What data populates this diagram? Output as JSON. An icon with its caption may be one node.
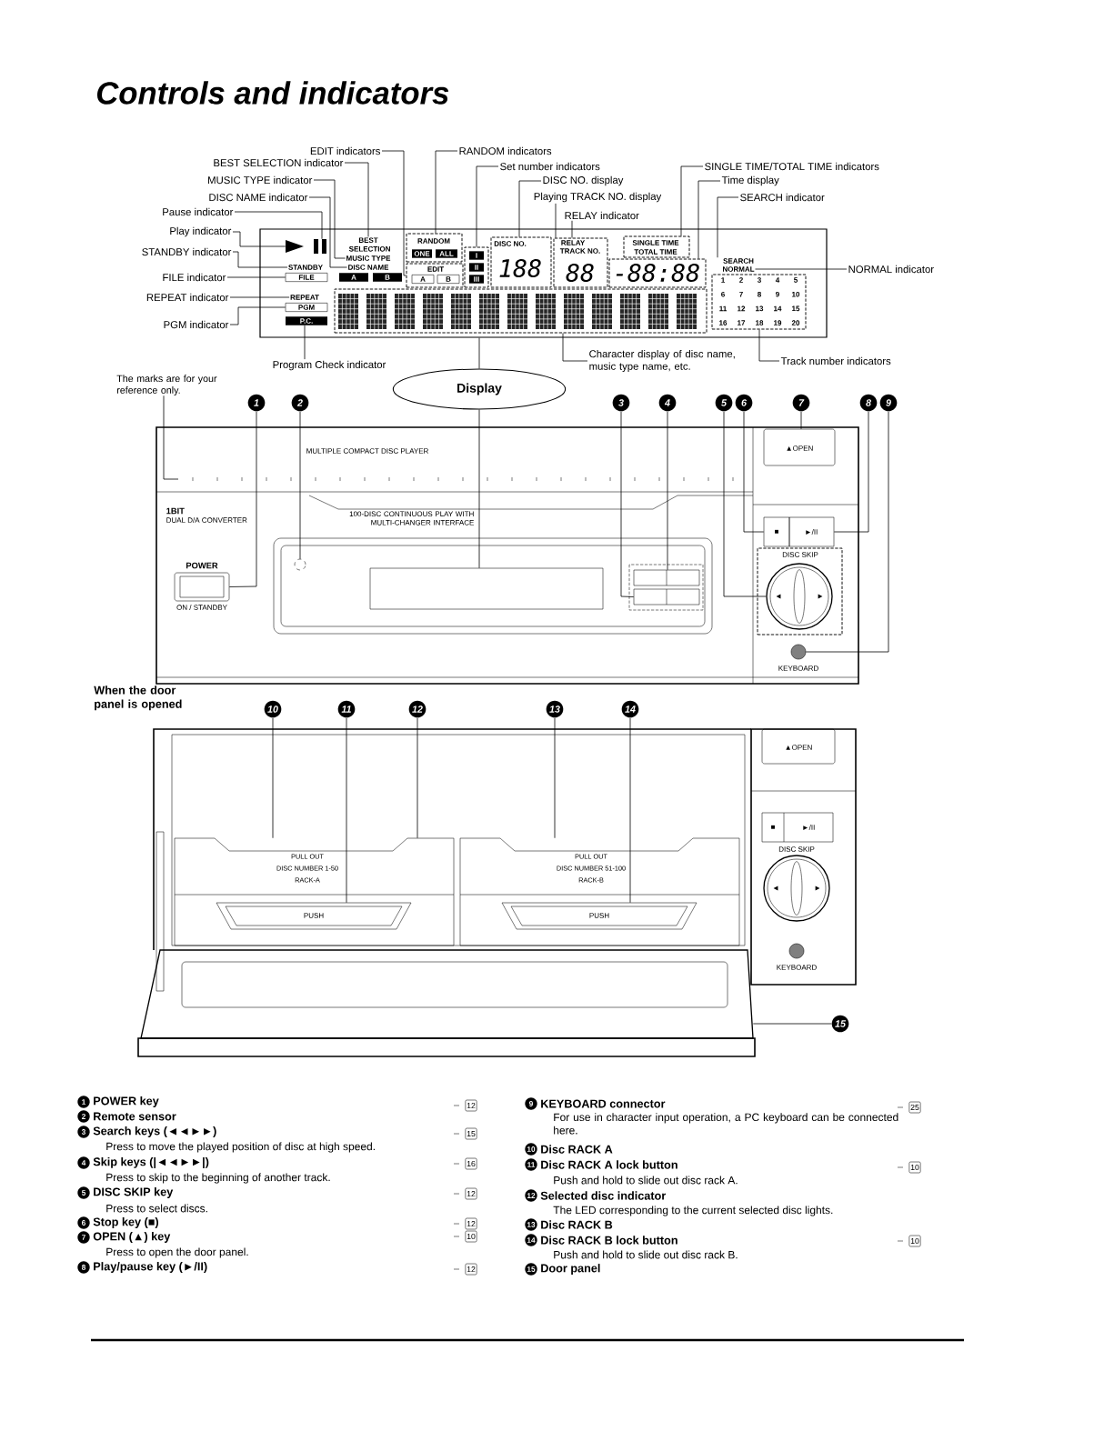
{
  "diagram": {
    "title": "Controls and indicators",
    "nodes": [
      {
        "text": [
          "EDIT indicators"
        ]
      },
      {
        "text": [
          "RANDOM indicators"
        ]
      },
      {
        "text": [
          "BEST SELECTION indicator"
        ]
      },
      {
        "text": [
          "Set number indicators"
        ]
      },
      {
        "text": [
          "SINGLE TIME/TOTAL TIME indicators"
        ]
      },
      {
        "text": [
          "MUSIC TYPE indicator"
        ]
      },
      {
        "text": [
          "DISC NO. display"
        ]
      },
      {
        "text": [
          "Time display"
        ]
      },
      {
        "text": [
          "DISC NAME indicator"
        ]
      },
      {
        "text": [
          "Playing TRACK NO. display"
        ]
      },
      {
        "text": [
          "SEARCH indicator"
        ]
      },
      {
        "text": [
          "Pause indicator"
        ]
      },
      {
        "text": [
          "RELAY indicator"
        ]
      },
      {
        "text": [
          "Play indicator"
        ]
      },
      {
        "text": [
          "STANDBY indicator"
        ]
      },
      {
        "text": [
          "NORMAL indicator"
        ]
      },
      {
        "text": [
          "FILE indicator"
        ]
      },
      {
        "text": [
          "REPEAT indicator"
        ]
      },
      {
        "text": [
          "PGM indicator"
        ]
      },
      {
        "text": [
          "Character display of disc name, music type name, etc."
        ]
      },
      {
        "text": [
          "Track number indicators"
        ]
      },
      {
        "text": [
          "Program Check indicator"
        ]
      },
      {
        "text": [
          "The marks are for your reference only."
        ]
      },
      {
        "text": [
          "Display"
        ]
      },
      {
        "text": [
          "1"
        ]
      },
      {
        "text": [
          "2"
        ]
      },
      {
        "text": [
          "3"
        ]
      },
      {
        "text": [
          "4"
        ]
      },
      {
        "text": [
          "5"
        ]
      },
      {
        "text": [
          "6"
        ]
      },
      {
        "text": [
          "7"
        ]
      },
      {
        "text": [
          "8"
        ]
      },
      {
        "text": [
          "9"
        ]
      },
      {
        "text": [
          "10"
        ]
      },
      {
        "text": [
          "11"
        ]
      },
      {
        "text": [
          "12"
        ]
      },
      {
        "text": [
          "13"
        ]
      },
      {
        "text": [
          "14"
        ]
      },
      {
        "text": [
          "15"
        ]
      },
      {
        "text": [],
        "shape": "box"
      },
      {
        "text": [
          "RANDOM"
        ],
        "in": 39
      },
      {
        "text": [
          "ONE"
        ],
        "in": 40
      },
      {
        "text": [
          "ALL"
        ],
        "in": 40
      },
      {
        "text": [
          "EDIT"
        ],
        "in": 39
      },
      {
        "text": [
          "A"
        ],
        "in": 43
      },
      {
        "text": [
          "B"
        ],
        "in": 43
      },
      {
        "text": [
          "BEST SELECTION"
        ],
        "in": 39
      },
      {
        "text": [
          "MUSIC TYPE"
        ],
        "in": 39
      },
      {
        "text": [
          "DISC NAME"
        ],
        "in": 39
      },
      {
        "text": [],
        "shape": "box",
        "in": 39
      },
      {
        "text": [
          "I"
        ],
        "in": 49
      },
      {
        "text": [
          "II"
        ],
        "in": 49
      },
      {
        "text": [
          "III"
        ],
        "in": 49
      },
      {
        "text": [
          "DISC NO.",
          "188"
        ],
        "in": 39
      },
      {
        "text": [
          "RELAY",
          "TRACK NO.",
          "88"
        ],
        "in": 39
      },
      {
        "text": [
          "SINGLE TIME",
          "TOTAL TIME"
        ],
        "in": 39
      },
      {
        "text": [
          "-88:88"
        ],
        "in": 39
      },
      {
        "text": [
          "SEARCH"
        ],
        "in": 39
      },
      {
        "text": [
          "NORMAL"
        ],
        "in": 39
      },
      {
        "text": [
          "1",
          "2",
          "3",
          "4",
          "5",
          "6",
          "7",
          "8",
          "9",
          "10",
          "11",
          "12",
          "13",
          "14",
          "15",
          "16",
          "17",
          "18",
          "19",
          "20"
        ],
        "in": 39
      },
      {
        "text": [],
        "shape": "box",
        "in": 39
      },
      {
        "text": [],
        "shape": "bars",
        "in": 39
      },
      {
        "text": [],
        "shape": "triangle",
        "in": 39
      },
      {
        "text": [
          "STANDBY"
        ],
        "in": 39
      },
      {
        "text": [
          "FILE"
        ],
        "in": 39
      },
      {
        "text": [
          "REPEAT"
        ],
        "in": 39
      },
      {
        "text": [
          "PGM"
        ],
        "in": 39
      },
      {
        "text": [
          "P.C."
        ],
        "in": 39
      },
      {
        "text": [
          "POWER",
          "ON / STANDBY"
        ]
      },
      {
        "text": [],
        "shape": "circle"
      },
      {
        "text": [],
        "shape": "box"
      },
      {
        "text": [],
        "shape": "box"
      },
      {
        "text": [],
        "shape": "box"
      },
      {
        "text": [
          "■"
        ]
      },
      {
        "text": [
          "►/II"
        ]
      },
      {
        "text": [
          "DISC SKIP"
        ]
      },
      {
        "text": [
          "◄",
          "►"
        ],
        "in": 75
      },
      {
        "text": [
          "▲OPEN"
        ]
      },
      {
        "text": [],
        "shape": "circle",
        "beside": [
          "KEYBOARD"
        ]
      },
      {
        "text": [
          "PULL OUT",
          "DISC NUMBER 1-50",
          "RACK-A"
        ]
      },
      {
        "text": [
          "PUSH"
        ],
        "in": 79
      },
      {
        "text": [
          "PULL OUT",
          "DISC NUMBER 51-100",
          "RACK-B"
        ]
      },
      {
        "text": [
          "PUSH"
        ],
        "in": 81
      },
      {
        "text": [],
        "shape": "box"
      }
    ],
    "edges": [
      {
        "from": 0,
        "to": 43,
        "arrow": "none"
      },
      {
        "from": 1,
        "to": 40,
        "arrow": "none"
      },
      {
        "from": 2,
        "to": 46,
        "arrow": "none"
      },
      {
        "from": 3,
        "to": 49,
        "arrow": "none"
      },
      {
        "from": 4,
        "to": 55,
        "arrow": "none"
      },
      {
        "from": 5,
        "to": 47,
        "arrow": "none"
      },
      {
        "from": 6,
        "to": 53,
        "arrow": "none"
      },
      {
        "from": 7,
        "to": 56,
        "arrow": "none"
      },
      {
        "from": 8,
        "to": 48,
        "arrow": "none"
      },
      {
        "from": 9,
        "to": 54,
        "arrow": "none"
      },
      {
        "from": 10,
        "to": 57,
        "arrow": "none"
      },
      {
        "from": 11,
        "to": 61,
        "arrow": "none"
      },
      {
        "from": 12,
        "to": 54,
        "arrow": "none"
      },
      {
        "from": 13,
        "to": 62,
        "arrow": "none"
      },
      {
        "from": 14,
        "to": 63,
        "arrow": "none"
      },
      {
        "from": 15,
        "to": 58,
        "arrow": "none"
      },
      {
        "from": 16,
        "to": 64,
        "arrow": "none"
      },
      {
        "from": 17,
        "to": 65,
        "arrow": "none"
      },
      {
        "from": 18,
        "to": 66,
        "arrow": "none"
      },
      {
        "from": 19,
        "to": 60,
        "arrow": "none"
      },
      {
        "from": 20,
        "to": 59,
        "arrow": "none"
      },
      {
        "from": 21,
        "to": 67,
        "arrow": "none"
      },
      {
        "from": 22,
        "to": null,
        "arrow": "none"
      },
      {
        "from": 23,
        "to": 39,
        "arrow": "none"
      },
      {
        "from": 23,
        "to": 70,
        "arrow": "none"
      },
      {
        "from": 24,
        "to": 68,
        "arrow": "none"
      },
      {
        "from": 25,
        "to": 69,
        "arrow": "none"
      },
      {
        "from": 26,
        "to": 72,
        "arrow": "none"
      },
      {
        "from": 27,
        "to": 71,
        "arrow": "none"
      },
      {
        "from": 28,
        "to": 76,
        "arrow": "none"
      },
      {
        "from": 29,
        "to": 73,
        "arrow": "none"
      },
      {
        "from": 30,
        "to": 77,
        "arrow": "none"
      },
      {
        "from": 31,
        "to": 74,
        "arrow": "none"
      },
      {
        "from": 32,
        "to": 78,
        "arrow": "none"
      },
      {
        "from": 33,
        "to": 79,
        "arrow": "none"
      },
      {
        "from": 34,
        "to": 80,
        "arrow": "none"
      },
      {
        "from": 35,
        "to": 79,
        "arrow": "none"
      },
      {
        "from": 36,
        "to": 81,
        "arrow": "none"
      },
      {
        "from": 37,
        "to": 82,
        "arrow": "none"
      },
      {
        "from": 38,
        "to": 83,
        "arrow": "none"
      }
    ],
    "labels": [
      "A",
      "B",
      "MULTIPLE COMPACT DISC PLAYER",
      "1BIT",
      "DUAL D/A CONVERTER",
      "100-DISC CONTINUOUS PLAY WITH MULTI-CHANGER INTERFACE",
      "When the door panel is opened",
      "▲OPEN",
      "■",
      "►/II",
      "DISC SKIP",
      "◄",
      "►",
      "KEYBOARD",
      "1",
      "POWER key",
      "12",
      "2",
      "Remote sensor",
      "3",
      "Search keys (◄◄►►)",
      "15",
      "Press to move the played position of disc at high speed.",
      "4",
      "Skip keys (|◄◄►►|)",
      "16",
      "Press to skip to the beginning of another track.",
      "5",
      "DISC SKIP key",
      "12",
      "Press to select discs.",
      "6",
      "Stop key (■)",
      "12",
      "7",
      "OPEN (▲) key",
      "10",
      "Press to open the door panel.",
      "8",
      "Play/pause key (►/II)",
      "12",
      "9",
      "KEYBOARD connector",
      "25",
      "For use in character input operation, a PC keyboard can be connected here.",
      "10",
      "Disc RACK A",
      "11",
      "Disc RACK A lock button",
      "10",
      "Push and hold to slide out disc rack A.",
      "12",
      "Selected disc indicator",
      "The LED corresponding to the current selected disc lights.",
      "13",
      "Disc RACK B",
      "14",
      "Disc RACK B lock button",
      "10",
      "Push and hold to slide out disc rack B.",
      "15",
      "Door panel"
    ]
  }
}
